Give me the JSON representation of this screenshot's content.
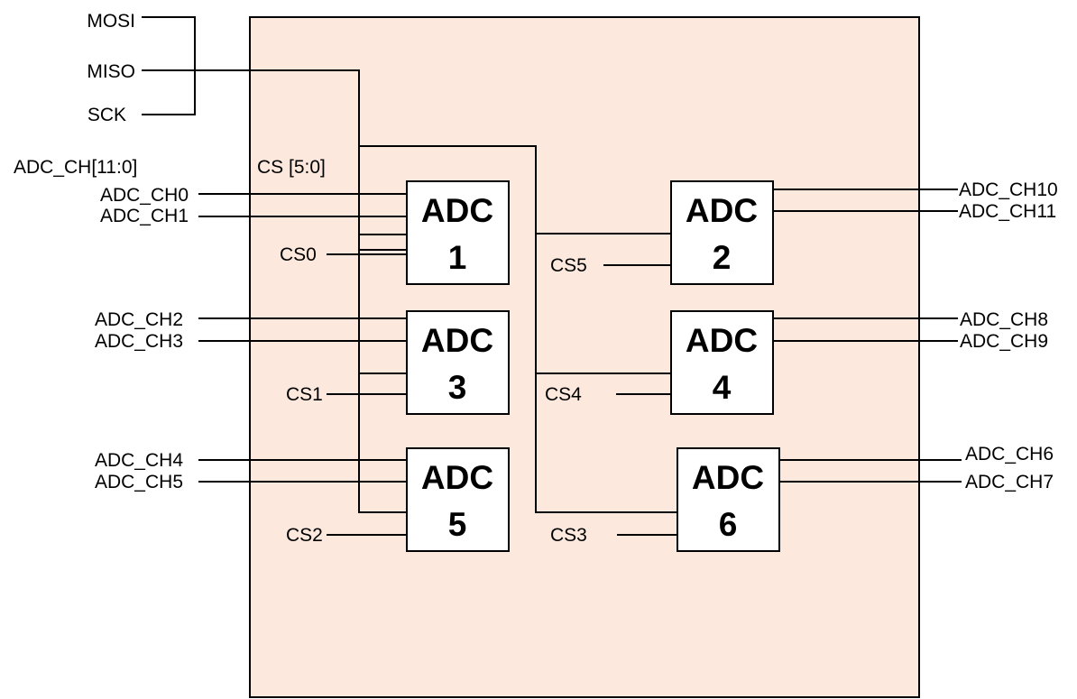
{
  "signals": {
    "mosi": "MOSI",
    "miso": "MISO",
    "sck": "SCK",
    "adc_bus": "ADC_CH[11:0]",
    "cs_bus": "CS [5:0]"
  },
  "adcs": {
    "adc1": {
      "title": "ADC",
      "number": "1"
    },
    "adc2": {
      "title": "ADC",
      "number": "2"
    },
    "adc3": {
      "title": "ADC",
      "number": "3"
    },
    "adc4": {
      "title": "ADC",
      "number": "4"
    },
    "adc5": {
      "title": "ADC",
      "number": "5"
    },
    "adc6": {
      "title": "ADC",
      "number": "6"
    }
  },
  "channels": {
    "ch0": "ADC_CH0",
    "ch1": "ADC_CH1",
    "ch2": "ADC_CH2",
    "ch3": "ADC_CH3",
    "ch4": "ADC_CH4",
    "ch5": "ADC_CH5",
    "ch6": "ADC_CH6",
    "ch7": "ADC_CH7",
    "ch8": "ADC_CH8",
    "ch9": "ADC_CH9",
    "ch10": "ADC_CH10",
    "ch11": "ADC_CH11"
  },
  "chip_selects": {
    "cs0": "CS0",
    "cs1": "CS1",
    "cs2": "CS2",
    "cs3": "CS3",
    "cs4": "CS4",
    "cs5": "CS5"
  },
  "colors": {
    "board_fill": "#fce8dc",
    "line": "#000000",
    "box_fill": "#ffffff"
  }
}
